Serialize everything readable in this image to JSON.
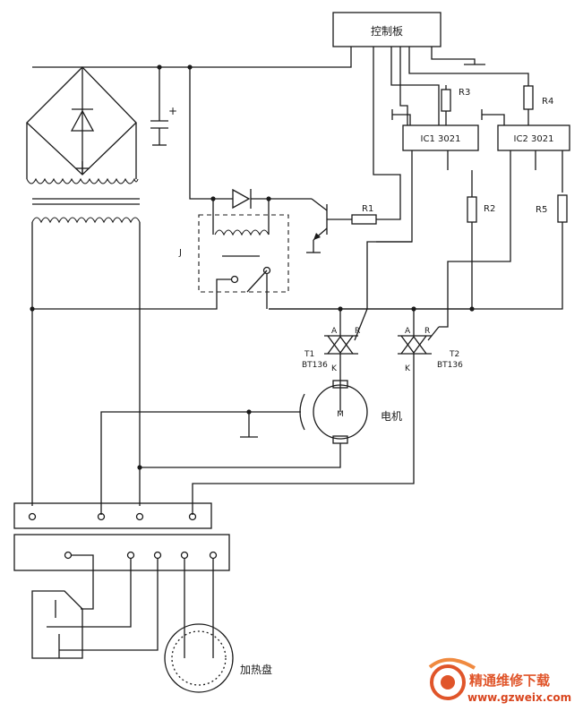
{
  "labels": {
    "control_board": "控制板",
    "motor_symbol": "M",
    "motor": "电机",
    "heater": "加热盘",
    "relay": "J",
    "R1": "R1",
    "R2": "R2",
    "R3": "R3",
    "R4": "R4",
    "R5": "R5",
    "IC1": "IC1 3021",
    "IC2": "IC2 3021",
    "T1": "T1",
    "T1_model": "BT136",
    "T2": "T2",
    "T2_model": "BT136",
    "t1_A": "A",
    "t1_R": "R",
    "t1_K": "K",
    "t2_A": "A",
    "t2_R": "R",
    "t2_K": "K",
    "cap_plus": "+"
  },
  "watermark": {
    "cn": "精通维修下载",
    "url": "www.gzweix.com"
  },
  "colors": {
    "line": "#1a1a1a",
    "watermark": "#e0552a"
  }
}
